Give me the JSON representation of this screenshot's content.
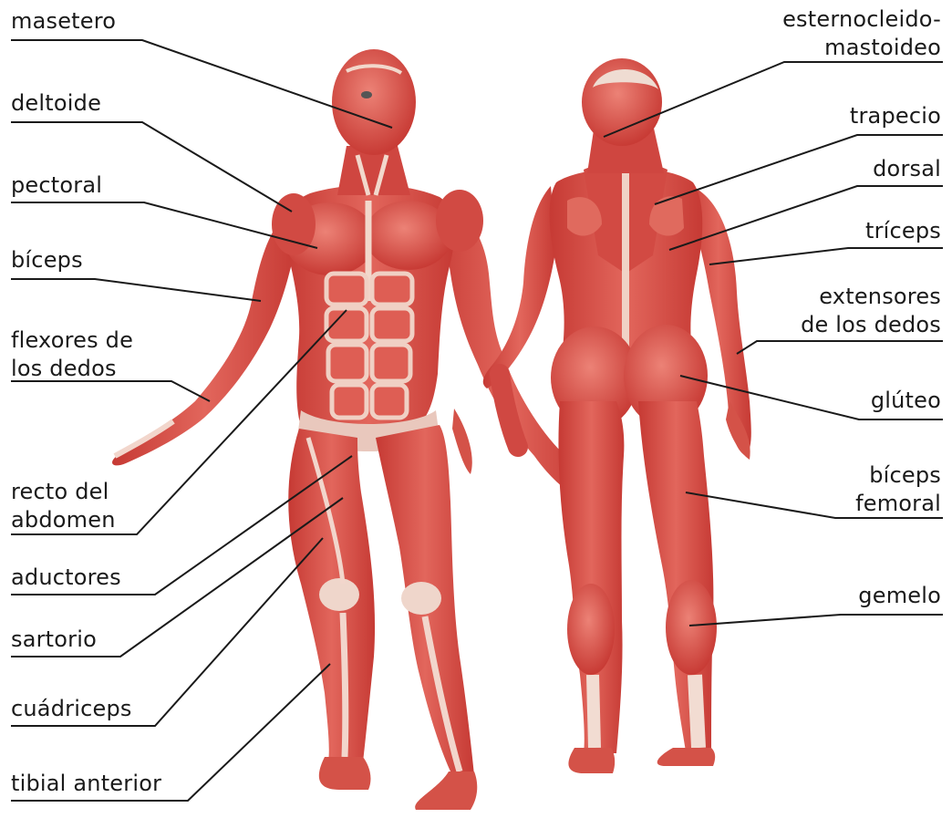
{
  "diagram": {
    "left_labels": [
      {
        "id": "masetero",
        "lines": [
          "masetero"
        ]
      },
      {
        "id": "deltoide",
        "lines": [
          "deltoide"
        ]
      },
      {
        "id": "pectoral",
        "lines": [
          "pectoral"
        ]
      },
      {
        "id": "biceps",
        "lines": [
          "bíceps"
        ]
      },
      {
        "id": "flexores",
        "lines": [
          "flexores de",
          "los dedos"
        ]
      },
      {
        "id": "recto",
        "lines": [
          "recto del",
          "abdomen"
        ]
      },
      {
        "id": "aductores",
        "lines": [
          "aductores"
        ]
      },
      {
        "id": "sartorio",
        "lines": [
          "sartorio"
        ]
      },
      {
        "id": "cuadriceps",
        "lines": [
          "cuádriceps"
        ]
      },
      {
        "id": "tibial",
        "lines": [
          "tibial anterior"
        ]
      }
    ],
    "right_labels": [
      {
        "id": "esterno",
        "lines": [
          "esternocleido-",
          "mastoideo"
        ]
      },
      {
        "id": "trapecio",
        "lines": [
          "trapecio"
        ]
      },
      {
        "id": "dorsal",
        "lines": [
          "dorsal"
        ]
      },
      {
        "id": "triceps",
        "lines": [
          "tríceps"
        ]
      },
      {
        "id": "extensores",
        "lines": [
          "extensores",
          "de los dedos"
        ]
      },
      {
        "id": "gluteo",
        "lines": [
          "glúteo"
        ]
      },
      {
        "id": "biceps-femoral",
        "lines": [
          "bíceps",
          "femoral"
        ]
      },
      {
        "id": "gemelo",
        "lines": [
          "gemelo"
        ]
      }
    ],
    "colors": {
      "muscle": "#d9514a",
      "muscle_dark": "#b8302c",
      "muscle_light": "#ea7b70",
      "tendon": "#f3e4dc",
      "leader": "#1a1a1a"
    }
  }
}
